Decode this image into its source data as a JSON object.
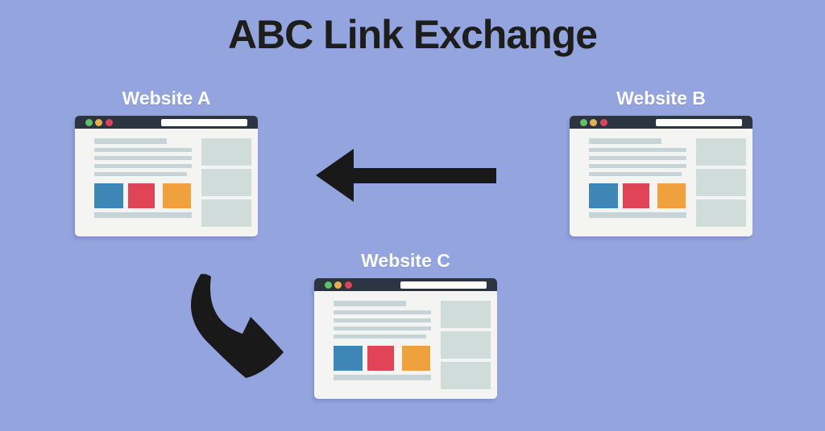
{
  "title": {
    "text": "ABC Link Exchange"
  },
  "diagram": {
    "websites": [
      {
        "label": "Website A"
      },
      {
        "label": "Website B"
      },
      {
        "label": "Website C"
      }
    ],
    "arrows": [
      {
        "name": "arrow-b-to-a",
        "style": "straight",
        "from": "Website B",
        "to": "Website A",
        "direction": "left"
      },
      {
        "name": "arrow-a-to-c",
        "style": "curved",
        "from": "Website A",
        "to": "Website C",
        "direction": "down-right"
      }
    ]
  },
  "colors": {
    "background": "#93a4df",
    "title_text": "#1d1d1b",
    "label_text": "#ffffff",
    "bar": "#2b3440",
    "dot_green": "#61c168",
    "dot_yellow": "#e3b153",
    "dot_red": "#d9455a",
    "url_bar": "#fdfdfc",
    "window_body": "#f4f4f2",
    "placeholder_line": "#c6d4d7",
    "sidebar_block": "#cfdcd9",
    "square_blue": "#3e86b5",
    "square_red": "#e04456",
    "square_orange": "#efa13e",
    "arrow": "#191919"
  }
}
